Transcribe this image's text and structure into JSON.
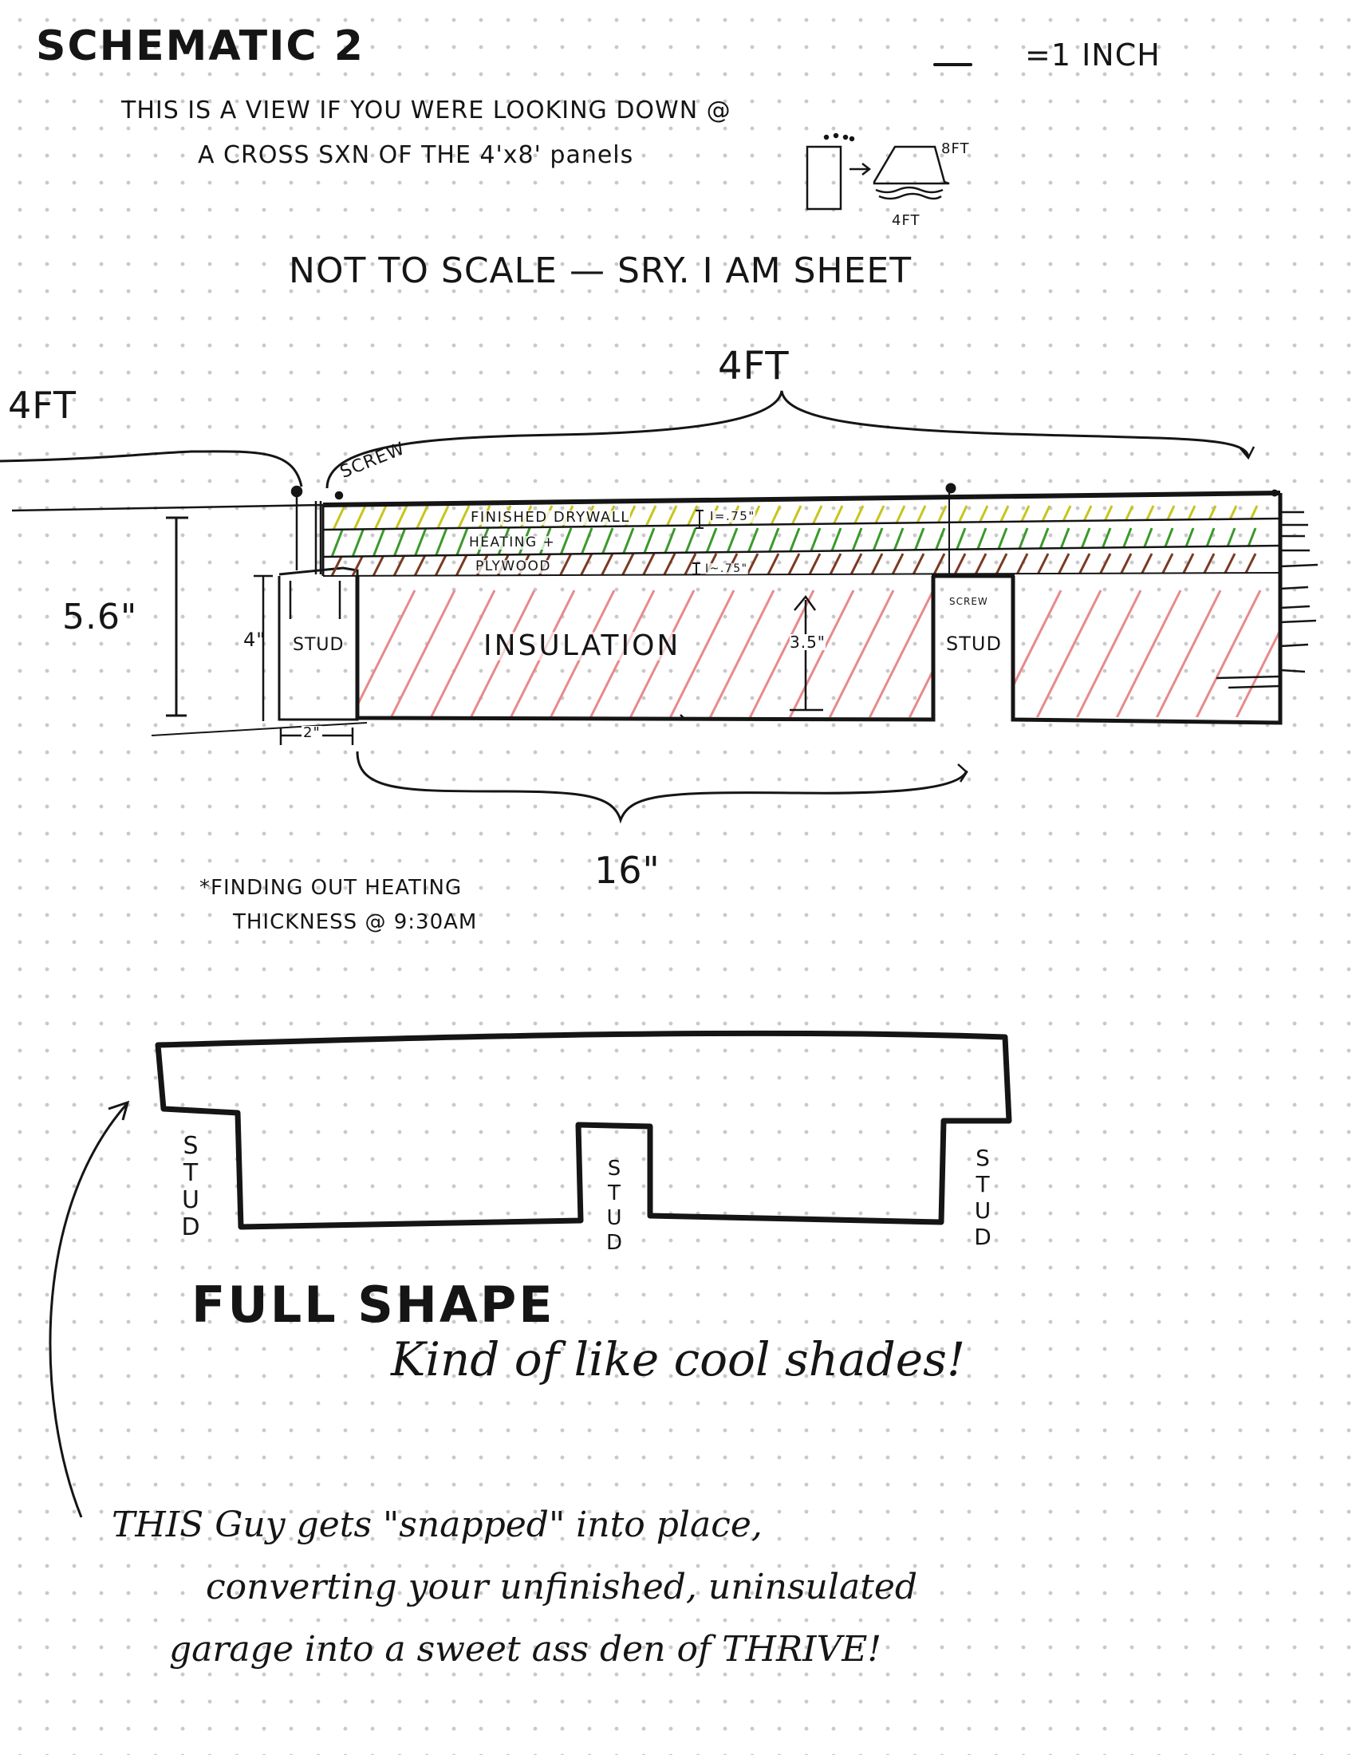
{
  "header": {
    "title": "SCHEMATIC 2",
    "scale_legend": "=1 INCH",
    "description_line1": "THIS IS A VIEW IF YOU WERE LOOKING DOWN @",
    "description_line2": "A CROSS SXN OF THE 4'x8' panels",
    "mini_diagram_label_height": "8FT",
    "mini_diagram_label_width": "4FT",
    "scale_note": "NOT TO SCALE — SRY. I AM SHEET"
  },
  "cross_section": {
    "dim_left_width": "4FT",
    "dim_top_width": "4FT",
    "screw_label": "SCREW",
    "total_height": "5.6\"",
    "stud_height": "4\"",
    "stud_width": "2\"",
    "stud_label_left": "STUD",
    "stud_label_right": "STUD",
    "screw_label_stud": "SCREW",
    "layers": {
      "drywall": "FINISHED DRYWALL",
      "drywall_thickness": "I=.75\"",
      "heating": "HEATING +",
      "plywood": "PLYWOOD",
      "plywood_thickness": "I~.75\""
    },
    "insulation_label": "INSULATION",
    "insulation_depth": "3.5\"",
    "stud_spacing": "16\"",
    "note_line1": "*FINDING OUT HEATING",
    "note_line2": "THICKNESS @ 9:30AM"
  },
  "full_shape": {
    "stud_label": "STUD",
    "title": "FULL SHAPE",
    "subtitle": "Kind of like cool shades!",
    "caption_line1": "THIS Guy gets \"snapped\" into place,",
    "caption_line2": "converting your unfinished, uninsulated",
    "caption_line3": "garage into a sweet ass den of THRIVE!"
  },
  "colors": {
    "ink": "#151515",
    "drywall_hatch": "#c9c41c",
    "heating_hatch": "#3a9a2a",
    "plywood_hatch": "#7a3a22",
    "insulation_hatch": "#e88a8a",
    "grid_dot": "#c9c9c9"
  }
}
